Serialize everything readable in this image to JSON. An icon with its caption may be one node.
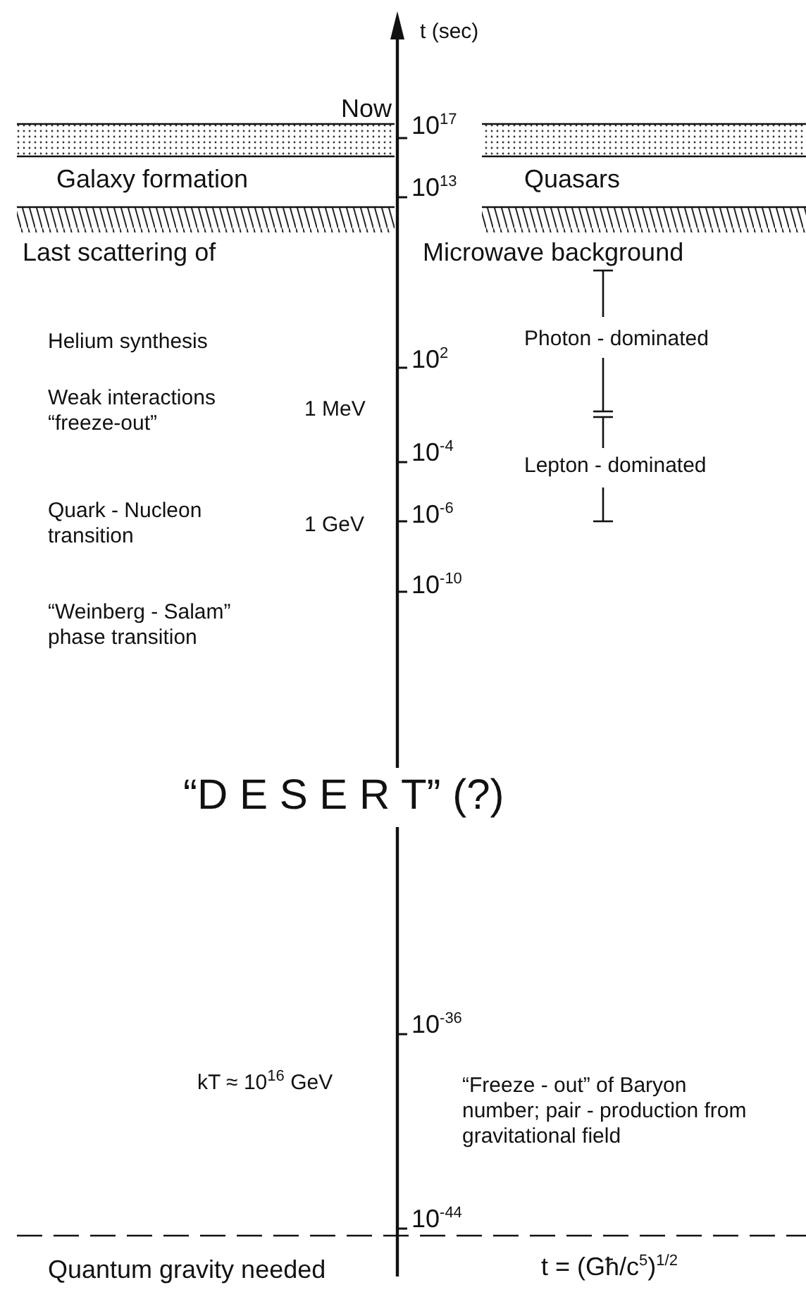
{
  "diagram": {
    "labels": [
      "t (sec)",
      "Now",
      "10$^{17}$",
      "Galaxy formation",
      "10$^{13}$",
      "Quasars",
      "Last scattering of",
      "Microwave background",
      "Helium synthesis",
      "Photon - dominated",
      "10$^{2}$",
      "Weak interactions “freeze-out”",
      "1 MeV",
      "10$^{-4}$",
      "Lepton - dominated",
      "Quark - Nucleon transition",
      "1 GeV",
      "10$^{-6}$",
      "10$^{-10}$",
      "“Weinberg - Salam” phase transition",
      "“D E S E R T” (?)",
      "10$^{-36}$",
      "kT ≈ 10$^{16}$ GeV",
      "“Freeze - out” of Baryon number; pair - production from gravitational field",
      "10$^{-44}$",
      "Quantum gravity needed",
      "t = (Għ/c$^{5}$)$^{1/2}$"
    ]
  }
}
